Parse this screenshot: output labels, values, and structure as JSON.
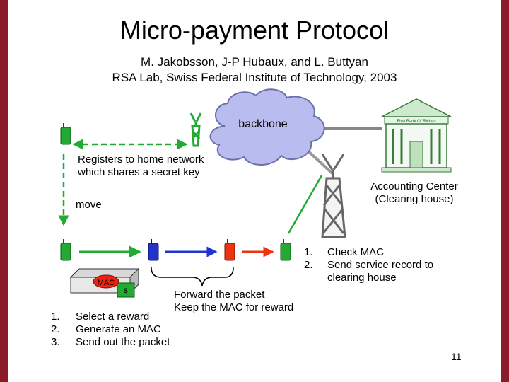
{
  "slide": {
    "title": "Micro-payment Protocol",
    "authors": "M. Jakobsson, J-P Hubaux, and L. Buttyan",
    "affiliation": "RSA Lab, Swiss Federal Institute of Technology, 2003",
    "page_number": "11"
  },
  "diagram": {
    "cloud_label": "backbone",
    "bank_sign": "First Bank Of Riches",
    "register_note": [
      "Registers to home network",
      "which shares a secret key"
    ],
    "move_label": "move",
    "accounting": [
      "Accounting Center",
      "(Clearing house)"
    ],
    "mac_label": "MAC",
    "coin_label": "$",
    "forward_note": [
      "Forward the packet",
      "Keep the MAC for reward"
    ],
    "sender_steps": {
      "numbers": [
        "1.",
        "2.",
        "3."
      ],
      "items": [
        "Select a reward",
        "Generate an MAC",
        "Send out the packet"
      ]
    },
    "receiver_steps": {
      "numbers": [
        "1.",
        "2."
      ],
      "items": [
        "Check MAC",
        "Send service record to",
        "clearing house"
      ]
    }
  },
  "colors": {
    "frame": "#8b1a2b",
    "green_node": "#22aa33",
    "blue_node": "#2233cc",
    "red_node": "#ee3311",
    "cloud": "#b9bcef"
  }
}
